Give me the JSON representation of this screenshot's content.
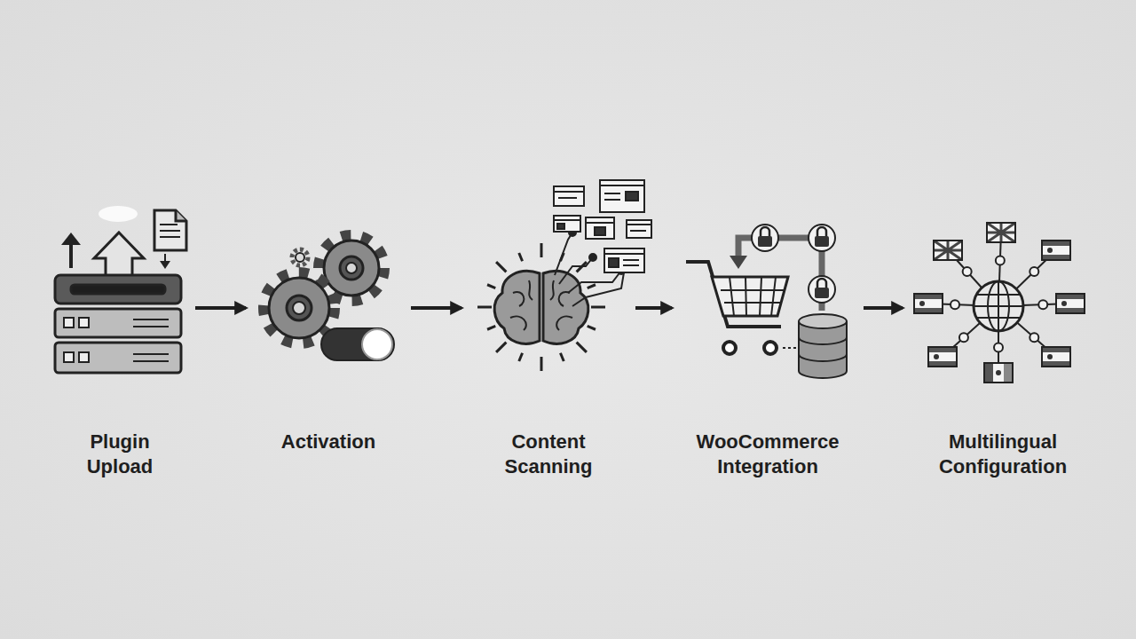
{
  "diagram": {
    "nodes": [
      {
        "text": [
          "Plugin Upload"
        ]
      },
      {
        "text": [
          "Activation"
        ]
      },
      {
        "text": [
          "Content Scanning"
        ]
      },
      {
        "text": [
          "WooCommerce Integration"
        ]
      },
      {
        "text": [
          "Multilingual Configuration"
        ]
      }
    ],
    "edges": [
      {
        "from": 0,
        "to": 1,
        "arrow": "to"
      },
      {
        "from": 1,
        "to": 2,
        "arrow": "to"
      },
      {
        "from": 2,
        "to": 3,
        "arrow": "to"
      },
      {
        "from": 3,
        "to": 4,
        "arrow": "to"
      }
    ]
  }
}
